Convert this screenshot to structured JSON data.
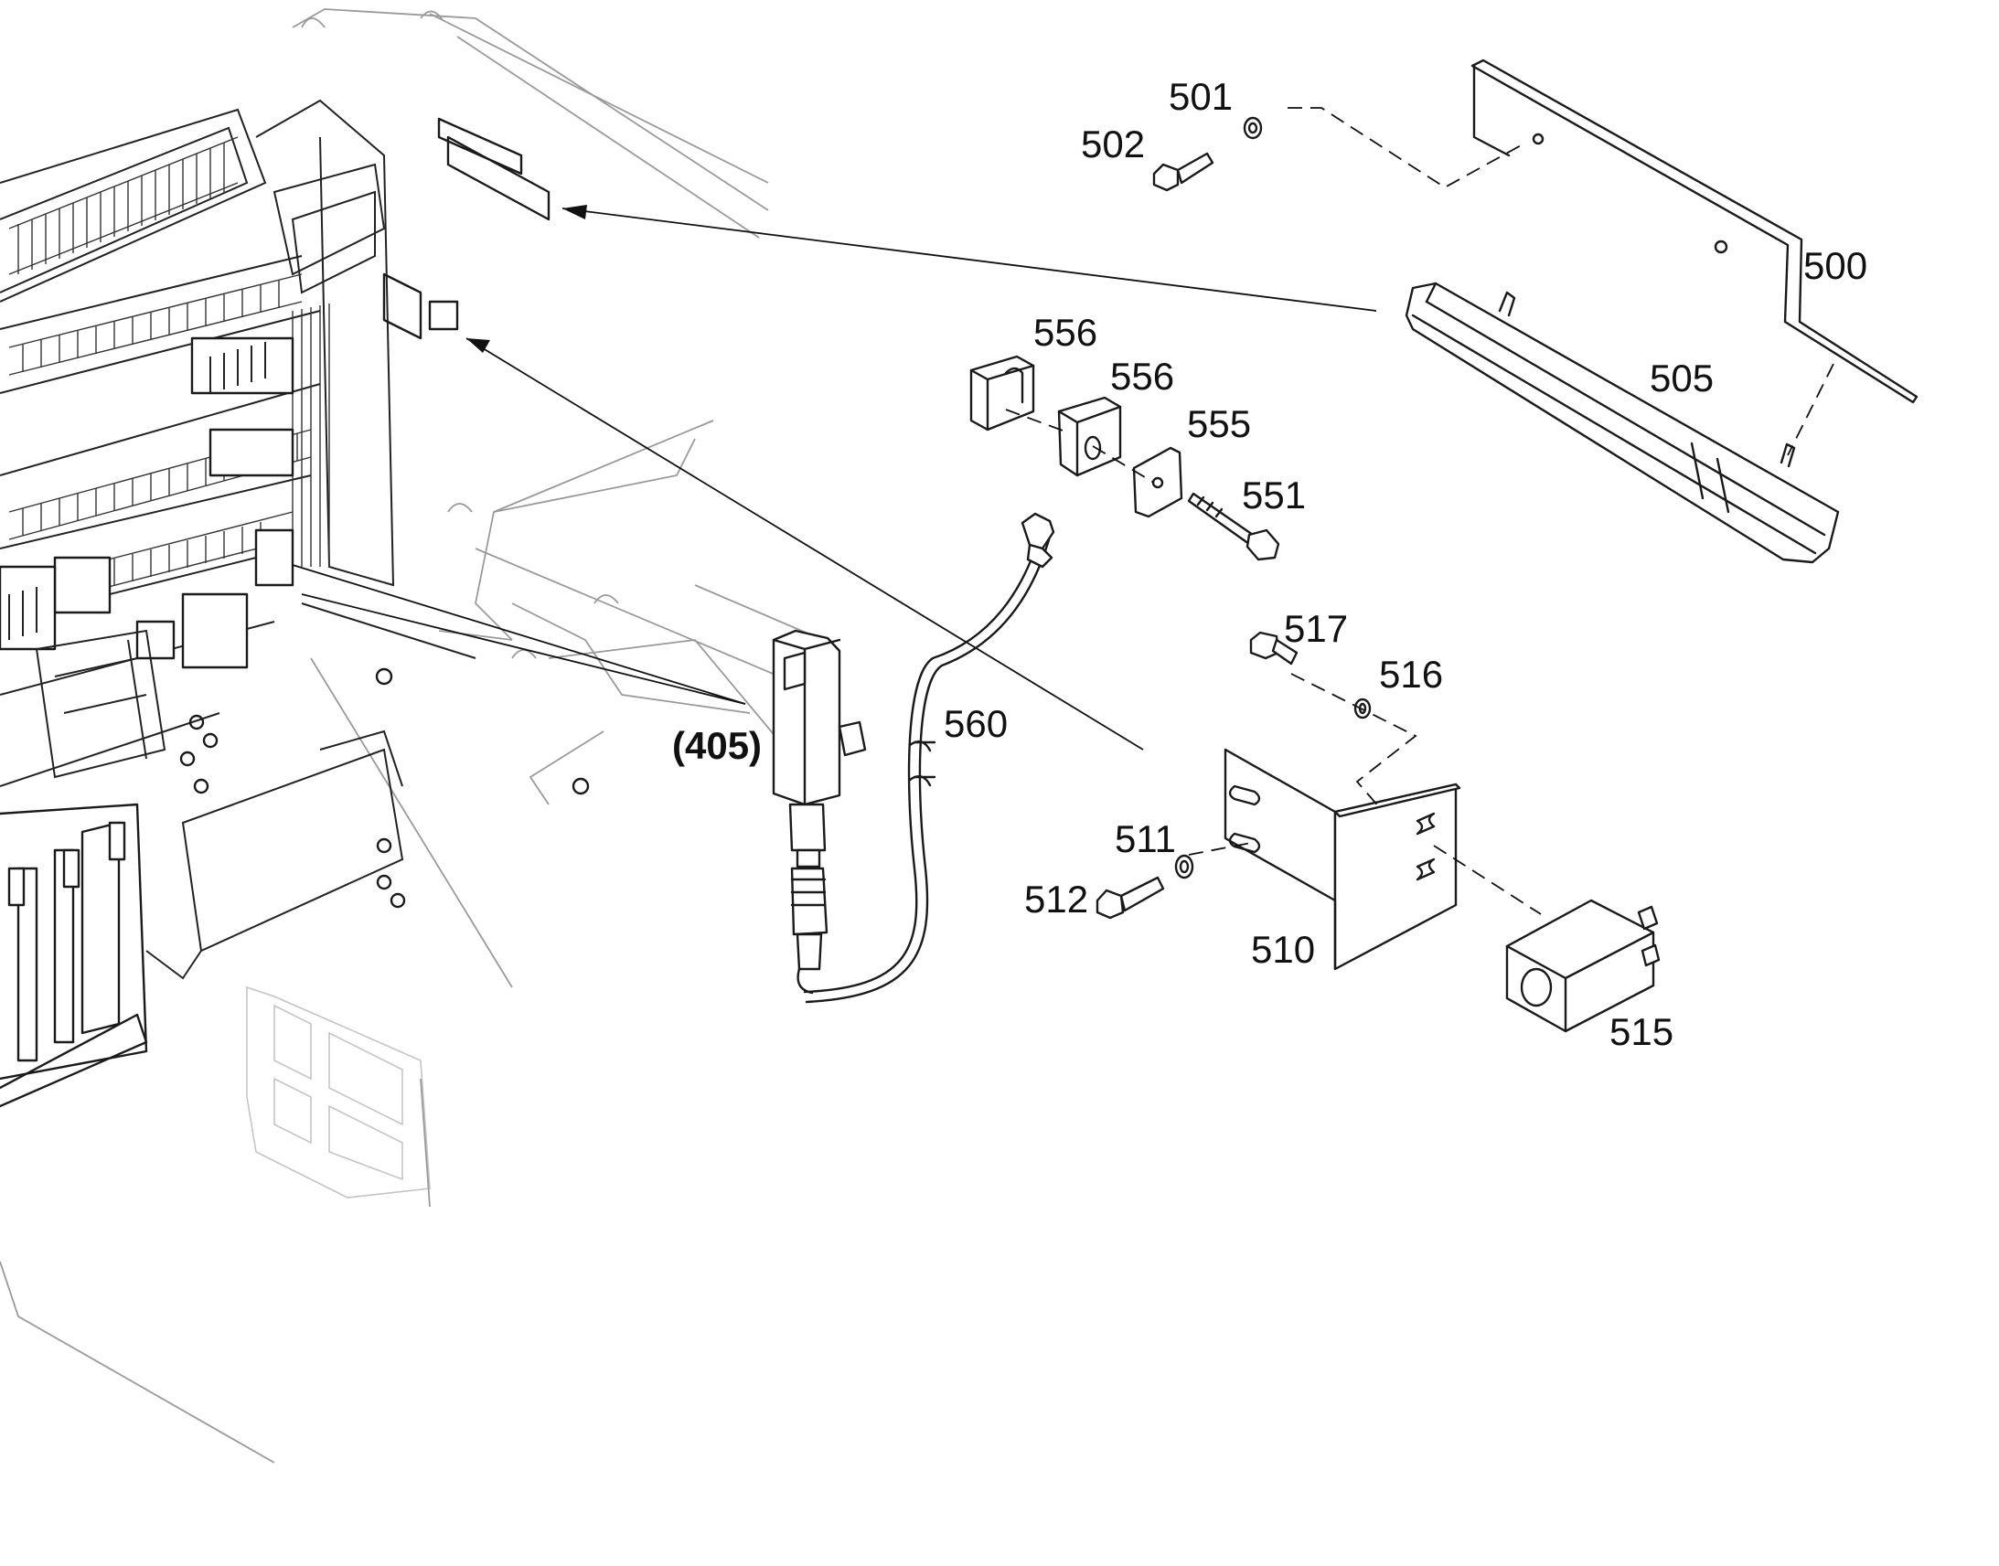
{
  "diagram": {
    "callouts": [
      {
        "id": "500",
        "text": "500"
      },
      {
        "id": "501",
        "text": "501"
      },
      {
        "id": "502",
        "text": "502"
      },
      {
        "id": "505",
        "text": "505"
      },
      {
        "id": "510",
        "text": "510"
      },
      {
        "id": "511",
        "text": "511"
      },
      {
        "id": "512",
        "text": "512"
      },
      {
        "id": "515",
        "text": "515"
      },
      {
        "id": "516",
        "text": "516"
      },
      {
        "id": "517",
        "text": "517"
      },
      {
        "id": "551",
        "text": "551"
      },
      {
        "id": "555",
        "text": "555"
      },
      {
        "id": "556a",
        "text": "556"
      },
      {
        "id": "556b",
        "text": "556"
      },
      {
        "id": "560",
        "text": "560"
      },
      {
        "id": "405",
        "text": "(405)"
      }
    ]
  }
}
